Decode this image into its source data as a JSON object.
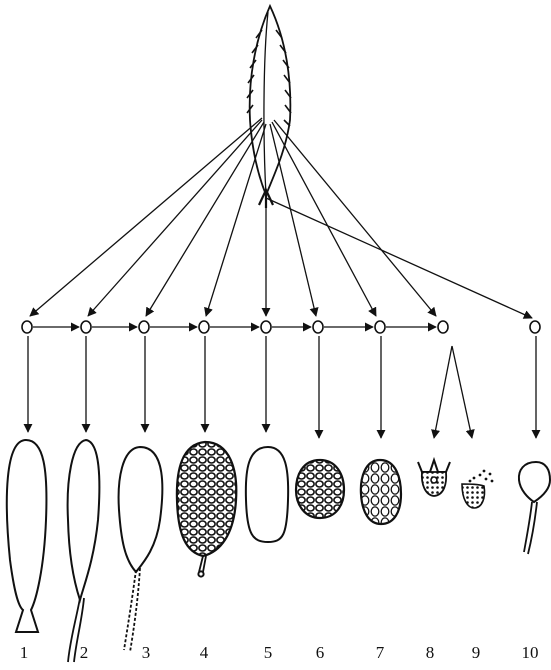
{
  "diagram": {
    "figure_labels": [
      "1",
      "2",
      "3",
      "4",
      "5",
      "6",
      "7",
      "8",
      "9",
      "10"
    ],
    "ink_color": "#111111",
    "background": "#ffffff"
  }
}
